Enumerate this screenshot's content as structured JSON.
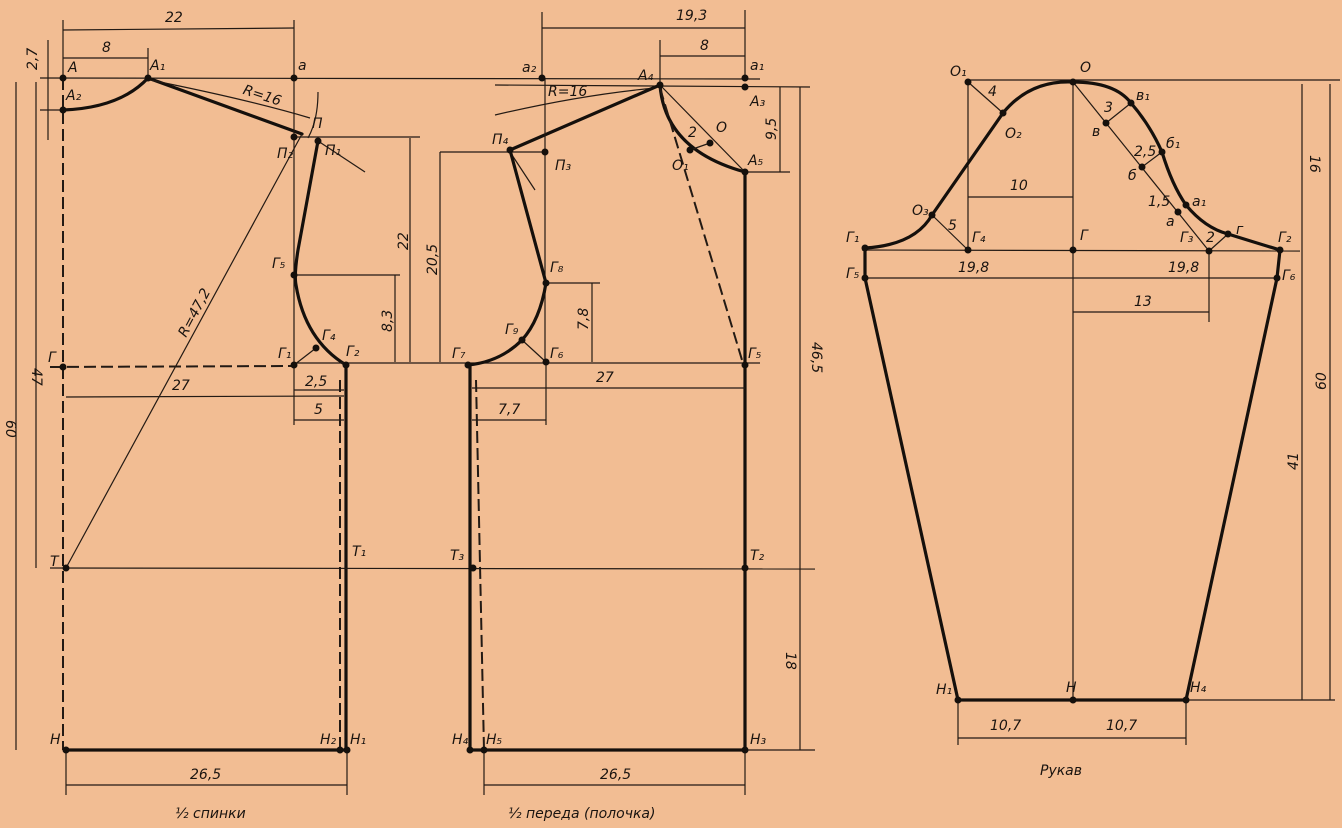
{
  "colors": {
    "background": "#f2bd93",
    "ink": "#15100c"
  },
  "back": {
    "caption": "½ спинки",
    "points": {
      "A": "A",
      "A1": "A₁",
      "A2": "A₂",
      "a": "a",
      "P": "П",
      "P1": "П₁",
      "P2": "П₂",
      "G5": "Г₅",
      "G4": "Г₄",
      "G1": "Г₁",
      "G2": "Г₂",
      "G": "Г",
      "T": "Т",
      "T1": "Т₁",
      "H": "Н",
      "H2": "Н₂",
      "H1": "Н₁"
    },
    "dims": {
      "width_top": "22",
      "a1_offset": "8",
      "neck_depth": "2,7",
      "shoulder_radius": "R=16",
      "length_waist": "47",
      "length_total": "60",
      "big_radius": "R=47,2",
      "armhole_depth": "22",
      "armhole_lower": "8,3",
      "chest_width": "27",
      "g1g4": "2,5",
      "g1g2": "5",
      "hem_width": "26,5"
    }
  },
  "front": {
    "caption": "½ переда (полочка)",
    "points": {
      "a2": "a₂",
      "a1": "a₁",
      "A4": "A₄",
      "A3": "A₃",
      "A5": "A₅",
      "O1": "O₁",
      "O": "O",
      "P4": "П₄",
      "P3": "П₃",
      "G8": "Г₈",
      "G9": "Г₉",
      "G6": "Г₆",
      "G7": "Г₇",
      "G5": "Г₅",
      "T3": "Т₃",
      "T2": "Т₂",
      "H4": "Н₄",
      "H5": "Н₅",
      "H3": "Н₃"
    },
    "dims": {
      "width_top": "19,3",
      "neck_width": "8",
      "shoulder_radius": "R=16",
      "neck_depth": "9,5",
      "armhole_depth": "20,5",
      "armhole_lower": "7,8",
      "length_front": "46,5",
      "chest_width": "27",
      "g6g7": "7,7",
      "hip_length": "18",
      "hem_width": "26,5",
      "neck_o1": "2"
    }
  },
  "sleeve": {
    "caption": "Рукав",
    "points": {
      "O": "O",
      "O1": "O₁",
      "O2": "O₂",
      "O3": "O₃",
      "G1": "Г₁",
      "G4": "Г₄",
      "G": "Г",
      "G2": "Г₂",
      "G3": "Г₃",
      "G5": "Г₅",
      "G6": "Г₆",
      "v": "в",
      "v1": "в₁",
      "b": "б",
      "b1": "б₁",
      "a": "a",
      "a1": "a₁",
      "g": "г",
      "H1": "Н₁",
      "H": "Н",
      "H4": "Н₄"
    },
    "dims": {
      "cap_height": "16",
      "total_length": "60",
      "lower_length": "41",
      "o1_offset": "4",
      "o3_offset": "5",
      "half_left": "10",
      "width_left": "19,8",
      "width_right": "19,8",
      "g_to_g3": "13",
      "v_offset": "3",
      "b_offset": "2,5",
      "a_offset": "1,5",
      "g_offset": "2",
      "hem_left": "10,7",
      "hem_right": "10,7"
    }
  }
}
